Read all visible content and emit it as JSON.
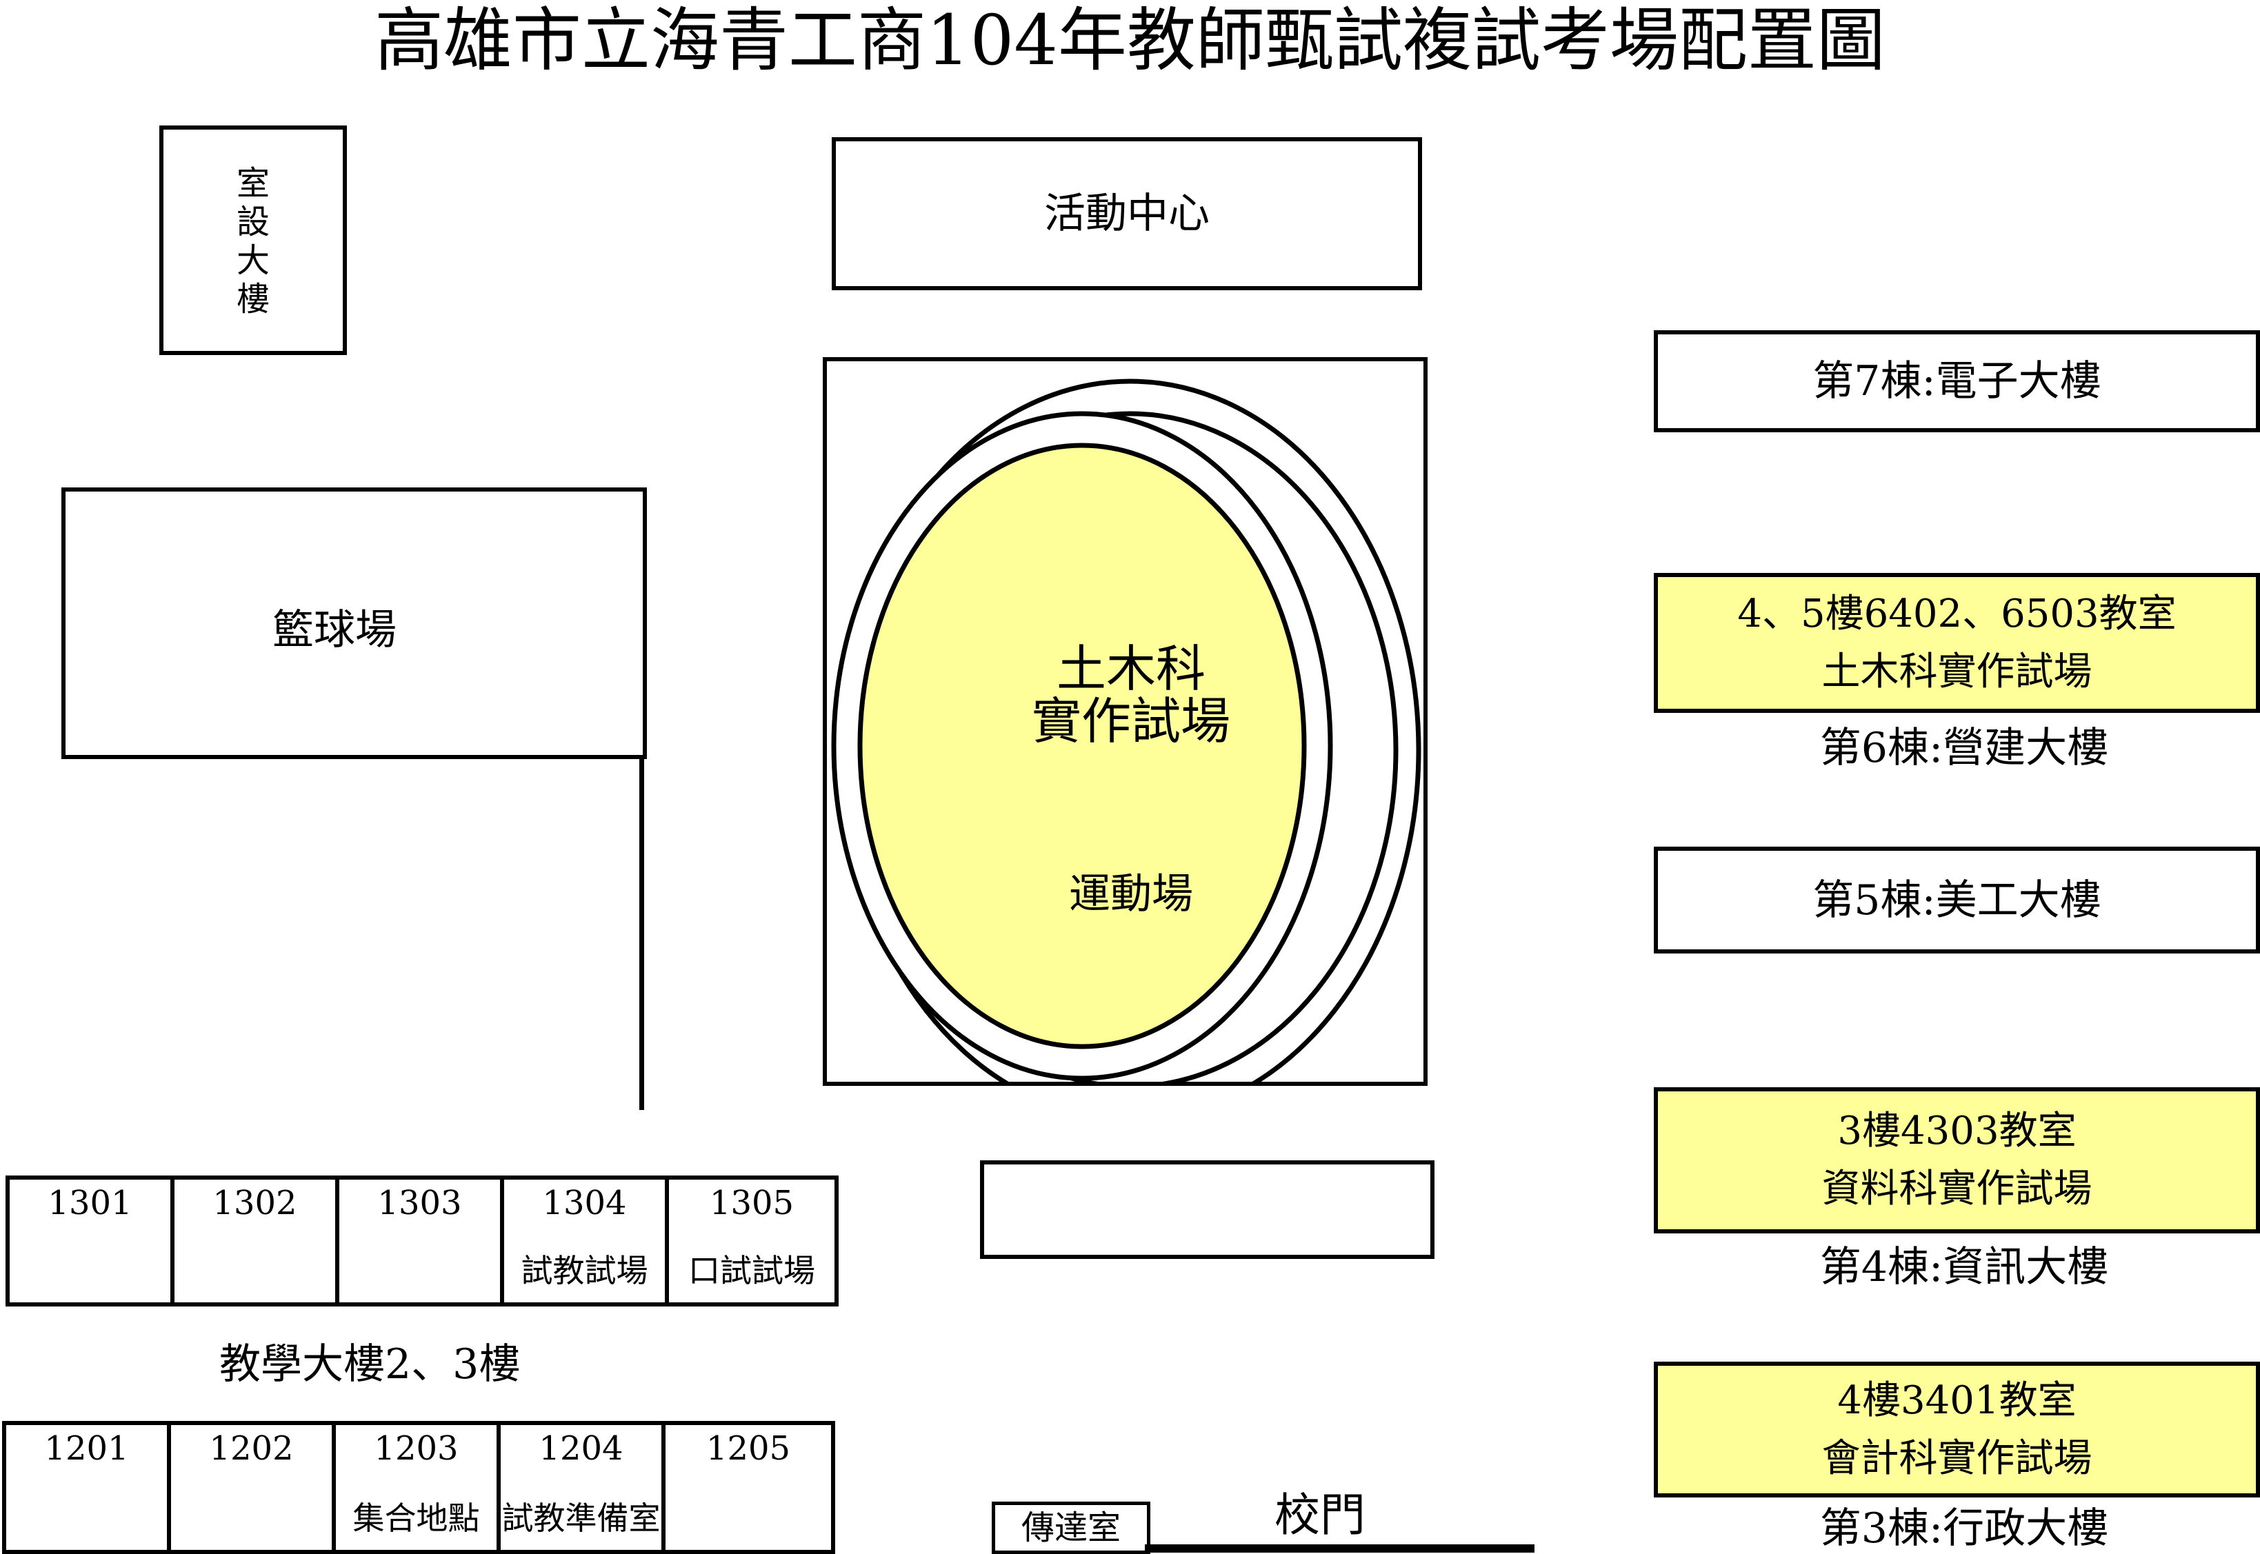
{
  "title": "高雄市立海青工商104年教師甄試複試考場配置圖",
  "colors": {
    "highlight": "#ffff99",
    "line": "#000000",
    "background": "#ffffff"
  },
  "buildings": {
    "shi_she": "室設大樓",
    "activity_center": "活動中心",
    "basketball_court": "籃球場",
    "field": {
      "name_line1": "土木科",
      "name_line2": "實作試場",
      "label": "運動場"
    },
    "gate": "校門",
    "guard_room": "傳達室"
  },
  "right_column": {
    "b7": "第7棟:電子大樓",
    "b6": {
      "room": "4、5樓6402、6503教室",
      "exam": "土木科實作試場",
      "name": "第6棟:營建大樓"
    },
    "b5": "第5棟:美工大樓",
    "b4": {
      "room": "3樓4303教室",
      "exam": "資料科實作試場",
      "name": "第4棟:資訊大樓"
    },
    "b3": {
      "room": "4樓3401教室",
      "exam": "會計科實作試場",
      "name": "第3棟:行政大樓"
    }
  },
  "teaching_building": {
    "label": "教學大樓2、3樓",
    "floor3": [
      {
        "num": "1301",
        "label": "",
        "highlight": false
      },
      {
        "num": "1302",
        "label": "",
        "highlight": false
      },
      {
        "num": "1303",
        "label": "",
        "highlight": false
      },
      {
        "num": "1304",
        "label": "試教試場",
        "highlight": true
      },
      {
        "num": "1305",
        "label": "口試試場",
        "highlight": true
      }
    ],
    "floor2": [
      {
        "num": "1201",
        "label": "",
        "highlight": false
      },
      {
        "num": "1202",
        "label": "",
        "highlight": false
      },
      {
        "num": "1203",
        "label": "集合地點",
        "highlight": true
      },
      {
        "num": "1204",
        "label": "試教準備室",
        "highlight": true
      },
      {
        "num": "1205",
        "label": "",
        "highlight": false
      }
    ]
  }
}
